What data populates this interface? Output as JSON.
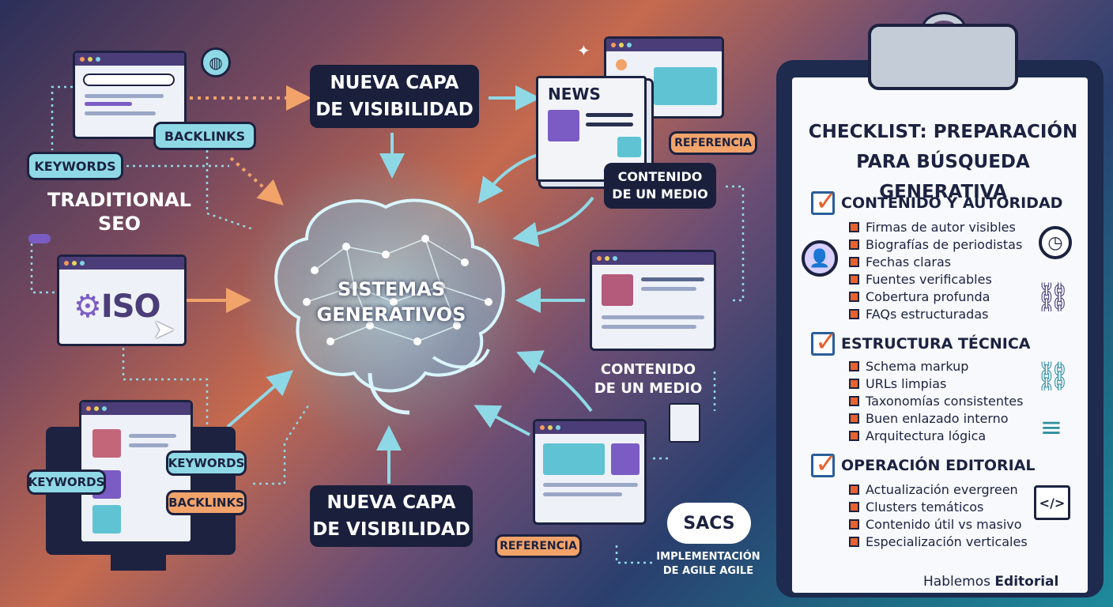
{
  "center": {
    "title": "SISTEMAS\nGENERATIVOS"
  },
  "top_box": {
    "text": "NUEVA CAPA\nDE VISIBILIDAD"
  },
  "bottom_box": {
    "text": "NUEVA CAPA\nDE VISIBILIDAD"
  },
  "traditional_seo": "TRADITIONAL\nSEO",
  "labels": {
    "backlinks_top": "BACKLINKS",
    "keywords_top": "KEYWORDS",
    "keywords_bottom_right": "KEYWORDS",
    "keywords_bottom_left": "KEYWORDS",
    "backlinks_bottom": "BACKLINKS",
    "referencia_top": "REFERENCIA",
    "referencia_bottom": "REFERENCIA",
    "news": "NEWS",
    "iso": "ISO",
    "sacs": "SACS"
  },
  "contenido_medio_box": "CONTENIDO\nDE UN MEDIO",
  "contenido_medio_text": "CONTENIDO\nDE UN MEDIO",
  "implementacion": "IMPLEMENTACIÓN\nDE AGILE AGILE",
  "checklist": {
    "title": "CHECKLIST: PREPARACIÓN\nPARA BÚSQUEDA GENERATIVA",
    "sections": [
      {
        "heading": "CONTENIDO Y AUTORIDAD",
        "items": [
          "Firmas de autor visibles",
          "Biografías de periodistas",
          "Fechas claras",
          "Fuentes verificables",
          "Cobertura profunda",
          "FAQs estructuradas"
        ]
      },
      {
        "heading": "ESTRUCTURA TÉCNICA",
        "items": [
          "Schema markup",
          "URLs limpias",
          "Taxonomías consistentes",
          "Buen enlazado interno",
          "Arquitectura lógica"
        ]
      },
      {
        "heading": "OPERACIÓN EDITORIAL",
        "items": [
          "Actualización evergreen",
          "Clusters temáticos",
          "Contenido útil vs masivo",
          "Especialización verticales"
        ]
      }
    ],
    "footer_light": "Hablemos ",
    "footer_bold": "Editorial"
  },
  "colors": {
    "dark": "#1a1f3c",
    "cyan": "#8fd9e6",
    "orange": "#f2a36a",
    "accent": "#e8622f"
  }
}
